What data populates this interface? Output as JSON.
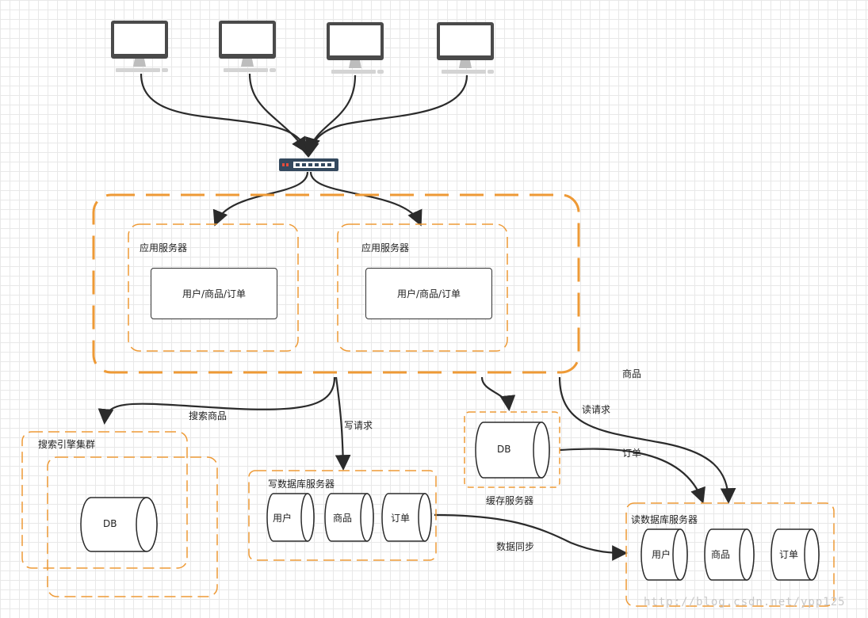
{
  "colors": {
    "dash": "#ee9a36",
    "line": "#2b2b2b",
    "grid": "#e8e8e8",
    "switch": "#34495e"
  },
  "icons": {
    "client": "monitor-icon",
    "switch": "network-switch-icon"
  },
  "app_group": {
    "servers": [
      {
        "title": "应用服务器",
        "module": "用户/商品/订单"
      },
      {
        "title": "应用服务器",
        "module": "用户/商品/订单"
      }
    ]
  },
  "search_cluster": {
    "title": "搜索引擎集群",
    "db": "DB"
  },
  "write_db": {
    "title": "写数据库服务器",
    "tables": [
      "用户",
      "商品",
      "订单"
    ]
  },
  "cache": {
    "db": "DB",
    "title": "缓存服务器"
  },
  "read_db": {
    "title": "读数据库服务器",
    "tables": [
      "用户",
      "商品",
      "订单"
    ]
  },
  "edges": {
    "search": "搜索商品",
    "write": "写请求",
    "read": "读请求",
    "goods": "商品",
    "order": "订单",
    "sync": "数据同步"
  },
  "watermark": "http://blog.csdn.net/ypp125"
}
